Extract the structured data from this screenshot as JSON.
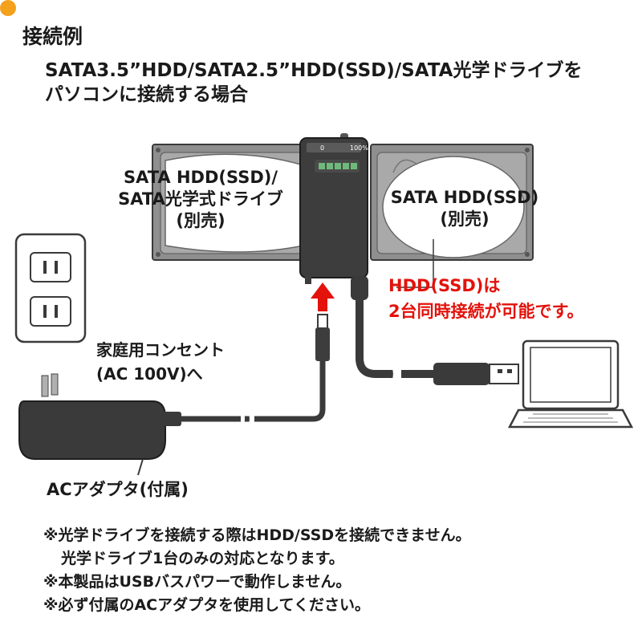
{
  "title": "接続例",
  "subtitle": {
    "line1": "SATA3.5”HDD/SATA2.5”HDD(SSD)/SATA光学ドライブを",
    "line2": "パソコンに接続する場合"
  },
  "labels": {
    "left_drive": [
      "SATA HDD(SSD)/",
      "SATA光学式ドライブ",
      "(別売)"
    ],
    "right_drive": [
      "SATA HDD(SSD)",
      "(別売)"
    ],
    "red_note": [
      "HDD(SSD)は",
      "2台同時接続が可能です。"
    ],
    "outlet": [
      "家庭用コンセント",
      "(AC 100V)へ"
    ],
    "adapter": "ACアダプタ(付属)",
    "indicator": {
      "min": "0",
      "max": "100%"
    }
  },
  "notes": [
    "※光学ドライブを接続する際はHDD/SSDを接続できません。",
    "光学ドライブ1台のみの対応となります。",
    "※本製品はUSBバスパワーで動作しません。",
    "※必ず付属のACアダプタを使用してください。"
  ],
  "colors": {
    "accent_orange": "#f4a11d",
    "note_red": "#e3120b",
    "device_dark": "#3a3a3a",
    "drive_gray": "#9a9a9a",
    "arrow_red": "#e3120b"
  }
}
